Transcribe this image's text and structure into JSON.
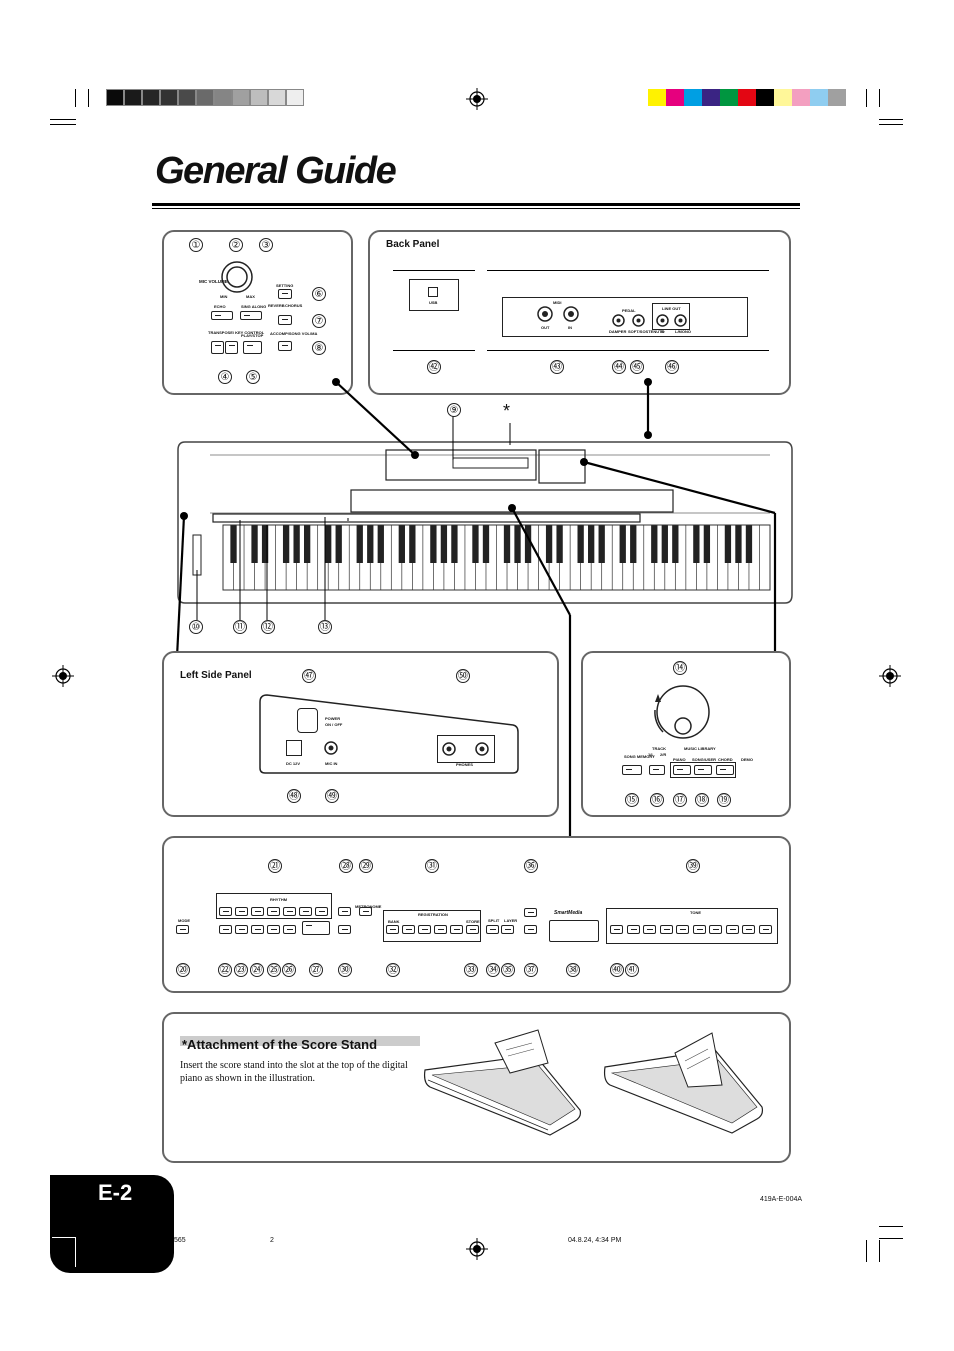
{
  "page": {
    "title": "General Guide",
    "page_number": "E-2",
    "doc_code": "419A-E-004A",
    "footer_left": "565",
    "footer_mid": "2",
    "footer_right": "04.8.24, 4:34 PM"
  },
  "colors": {
    "grays": [
      "#0a0a0a",
      "#1a1a1a",
      "#262626",
      "#333333",
      "#4a4a4a",
      "#6a6a6a",
      "#858585",
      "#a0a0a0",
      "#bdbdbd",
      "#d8d8d8",
      "#eeeeee"
    ],
    "process": [
      "#fff200",
      "#e6007e",
      "#009fe3",
      "#3a2483",
      "#009640",
      "#e30613",
      "#000000",
      "#fff799",
      "#f39fc0",
      "#8fcdf0",
      "#a0a0a0"
    ]
  },
  "top_left_panel": {
    "labels": {
      "mic_volume": "MIC VOLUME",
      "min": "MIN",
      "max": "MAX",
      "echo": "ECHO",
      "sing_along": "SING ALONG",
      "setting": "SETTING",
      "reverb": "REVERB",
      "chorus": "CHORUS",
      "transpose": "TRANSPOSE/ KEY CONTROL",
      "play_stop": "PLAY/STOP",
      "accomp_vol": "ACCOMP/SONG VOL/MA"
    },
    "callouts": [
      "①",
      "②",
      "③",
      "④",
      "⑤",
      "⑥",
      "⑦",
      "⑧"
    ]
  },
  "back_panel": {
    "label": "Back Panel",
    "labels": {
      "usb": "USB",
      "midi": "MIDI",
      "out": "OUT",
      "in": "IN",
      "pedal": "PEDAL",
      "damper": "DAMPER",
      "soft_sostenuto": "SOFT/SOSTENUTO",
      "line_out": "LINE OUT",
      "r": "R",
      "l_mono": "L/MONO"
    },
    "callouts": [
      "㊷",
      "㊸",
      "㊹",
      "㊺",
      "㊻"
    ]
  },
  "piano_callouts": {
    "top": [
      "⑨",
      "*"
    ],
    "bottom": [
      "⑩",
      "⑪",
      "⑫",
      "⑬"
    ]
  },
  "left_side_panel": {
    "label": "Left Side Panel",
    "labels": {
      "power": "POWER",
      "on_off": "ON / OFF",
      "dc": "DC 12V",
      "mic_in": "MIC IN",
      "phones": "PHONES"
    },
    "callouts": [
      "㊼",
      "㊿",
      "㊽",
      "㊾"
    ]
  },
  "right_panel": {
    "labels": {
      "track": "TRACK",
      "l": "1/L",
      "r": "2/R",
      "music_library": "MUSIC LIBRARY",
      "song_memory": "SONG MEMORY",
      "piano": "PIANO",
      "song_user": "SONG/USER",
      "chord": "CHORD",
      "demo": "DEMO"
    },
    "callouts": [
      "⑭",
      "⑮",
      "⑯",
      "⑰",
      "⑱",
      "⑲"
    ]
  },
  "bottom_panel": {
    "labels": {
      "rhythm": "RHYTHM",
      "registration": "REGISTRATION",
      "tone": "TONE",
      "mode": "MODE",
      "metronome": "METRONOME",
      "bank": "BANK",
      "store": "STORE",
      "split": "SPLIT",
      "layer": "LAYER",
      "smartmedia": "SmartMedia"
    },
    "top_callouts": [
      "㉑",
      "㉘",
      "㉙",
      "㉛",
      "㊱",
      "㊴"
    ],
    "bottom_callouts": [
      "⑳",
      "㉒",
      "㉓",
      "㉔",
      "㉕",
      "㉖",
      "㉗",
      "㉚",
      "㉜",
      "㉝",
      "㉞",
      "㉟",
      "㊲",
      "㊳",
      "㊵",
      "㊶"
    ]
  },
  "score_stand": {
    "title": "*Attachment of the Score Stand",
    "text": "Insert the score stand into the slot at the top of the digital piano as shown in the illustration."
  }
}
